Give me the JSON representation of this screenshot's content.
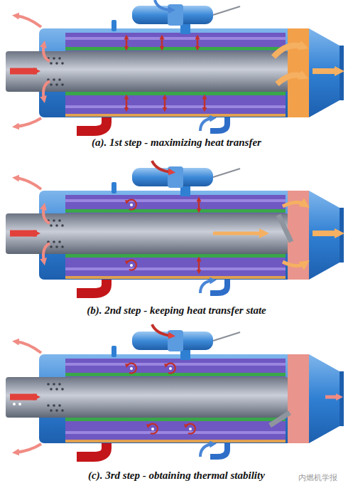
{
  "diagram": {
    "labels": [
      "(a). 1st step - maximizing heat transfer",
      "(b). 2nd step - keeping heat transfer state",
      "(c). 3rd step - obtaining thermal stability",
      "内燃机学报"
    ]
  }
}
